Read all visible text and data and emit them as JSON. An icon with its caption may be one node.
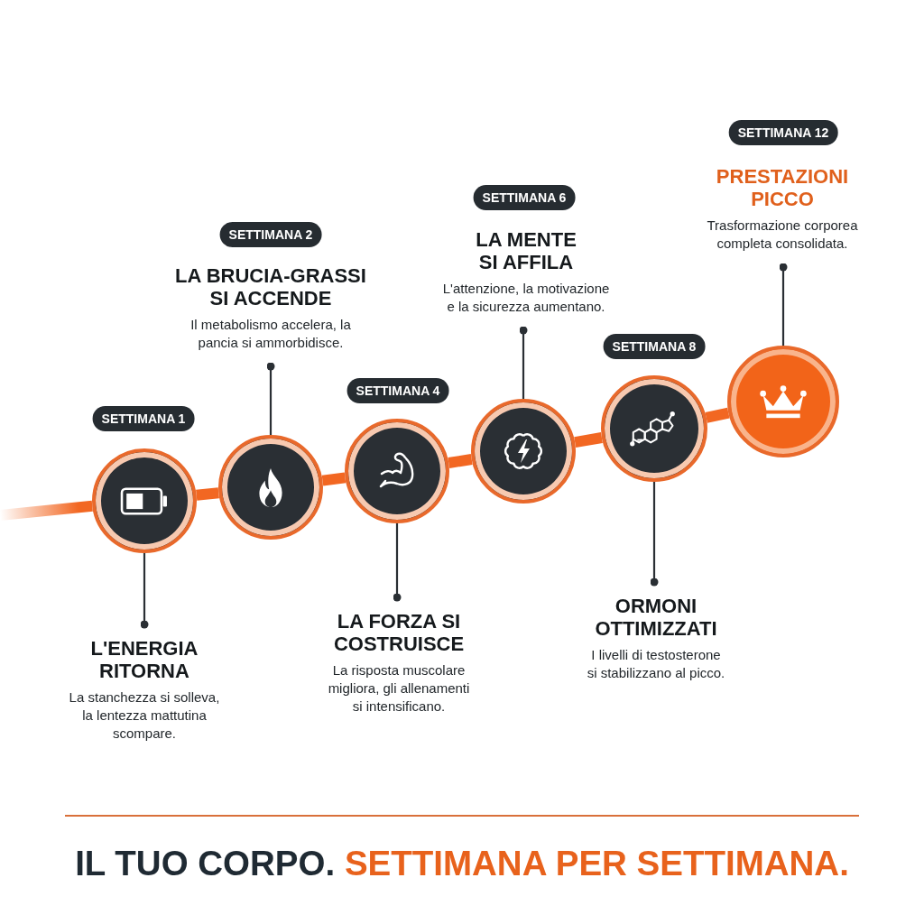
{
  "diagram": {
    "title": "IL TUO CORPO. SETTIMANA PER SETTIMANA.",
    "nodes": [
      {
        "text": [
          "SETTIMANA 1"
        ]
      },
      {
        "text": [],
        "shape": "circle"
      },
      {
        "text": [
          "L'ENERGIA RITORNA",
          "La stanchezza si solleva, la lentezza mattutina scompare."
        ]
      },
      {
        "text": [
          "SETTIMANA 2"
        ]
      },
      {
        "text": [
          "LA BRUCIA-GRASSI SI ACCENDE",
          "Il metabolismo accelera, la pancia si ammorbidisce."
        ]
      },
      {
        "text": [],
        "shape": "circle"
      },
      {
        "text": [
          "SETTIMANA 4"
        ]
      },
      {
        "text": [],
        "shape": "circle"
      },
      {
        "text": [
          "LA FORZA SI COSTRUISCE",
          "La risposta muscolare migliora, gli allenamenti si intensificano."
        ]
      },
      {
        "text": [
          "SETTIMANA 6"
        ]
      },
      {
        "text": [
          "LA MENTE SI AFFILA",
          "L'attenzione, la motivazione e la sicurezza aumentano."
        ]
      },
      {
        "text": [],
        "shape": "circle"
      },
      {
        "text": [
          "SETTIMANA 8"
        ]
      },
      {
        "text": [],
        "shape": "circle"
      },
      {
        "text": [
          "ORMONI OTTIMIZZATI",
          "I livelli di testosterone si stabilizzano al picco."
        ]
      },
      {
        "text": [
          "SETTIMANA 12"
        ]
      },
      {
        "text": [
          "PRESTAZIONI PICCO",
          "Trasformazione corporea completa consolidata."
        ]
      },
      {
        "text": [],
        "shape": "circle"
      }
    ],
    "edges": [
      {
        "from": null,
        "to": 1,
        "arrow": "none",
        "style": "thick",
        "color": "#f26722"
      },
      {
        "from": 1,
        "to": 5,
        "arrow": "none",
        "style": "thick",
        "color": "#f26722"
      },
      {
        "from": 5,
        "to": 7,
        "arrow": "none",
        "style": "thick",
        "color": "#f26722"
      },
      {
        "from": 7,
        "to": 11,
        "arrow": "none",
        "style": "thick",
        "color": "#f26722"
      },
      {
        "from": 11,
        "to": 13,
        "arrow": "none",
        "style": "thick",
        "color": "#f26722"
      },
      {
        "from": 13,
        "to": 17,
        "arrow": "none",
        "style": "thick",
        "color": "#f26722"
      },
      {
        "from": 1,
        "to": 2,
        "arrow": "other"
      },
      {
        "from": 5,
        "to": 4,
        "arrow": "other"
      },
      {
        "from": 7,
        "to": 8,
        "arrow": "other"
      },
      {
        "from": 11,
        "to": 10,
        "arrow": "other"
      },
      {
        "from": 13,
        "to": 14,
        "arrow": "other"
      },
      {
        "from": 17,
        "to": 16,
        "arrow": "other"
      }
    ]
  }
}
